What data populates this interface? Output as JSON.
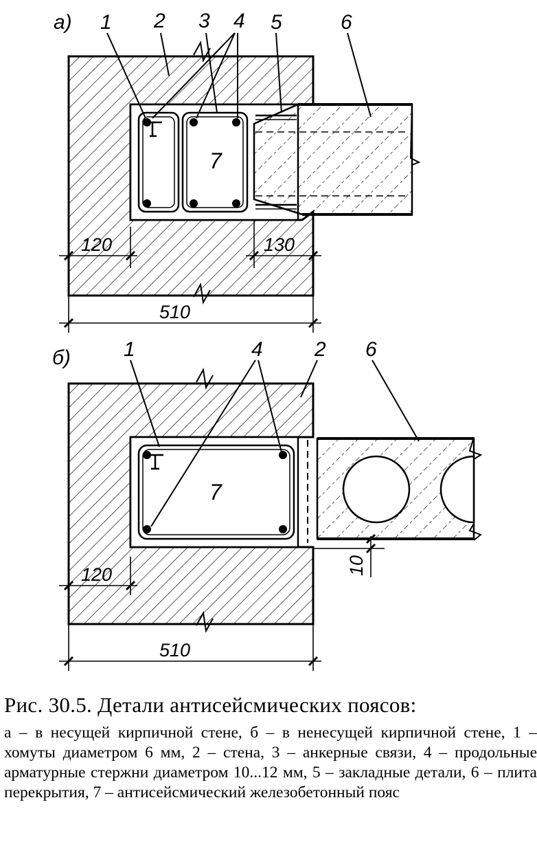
{
  "figure": {
    "panel_a": {
      "label": "а)",
      "callouts": [
        "1",
        "2",
        "3",
        "4",
        "5",
        "6"
      ],
      "belt_number": "7",
      "dims": {
        "left": "120",
        "slab": "130",
        "total": "510"
      }
    },
    "panel_b": {
      "label": "б)",
      "callouts": [
        "1",
        "4",
        "2",
        "6"
      ],
      "belt_number": "7",
      "dims": {
        "left": "120",
        "gap": "10",
        "total": "510"
      }
    }
  },
  "caption": {
    "title": "Рис. 30.5. Детали антисейсмических поясов:",
    "body": "а – в несущей кирпичной стене, б – в ненесущей кирпичной стене, 1 – хомуты диаметром 6 мм, 2 – стена, 3 – анкерные связи, 4 – продольные арматурные стержни диаметром 10...12 мм, 5 – закладные детали, 6 – плита перекрытия, 7 – антисейсмический железобетонный пояс"
  }
}
